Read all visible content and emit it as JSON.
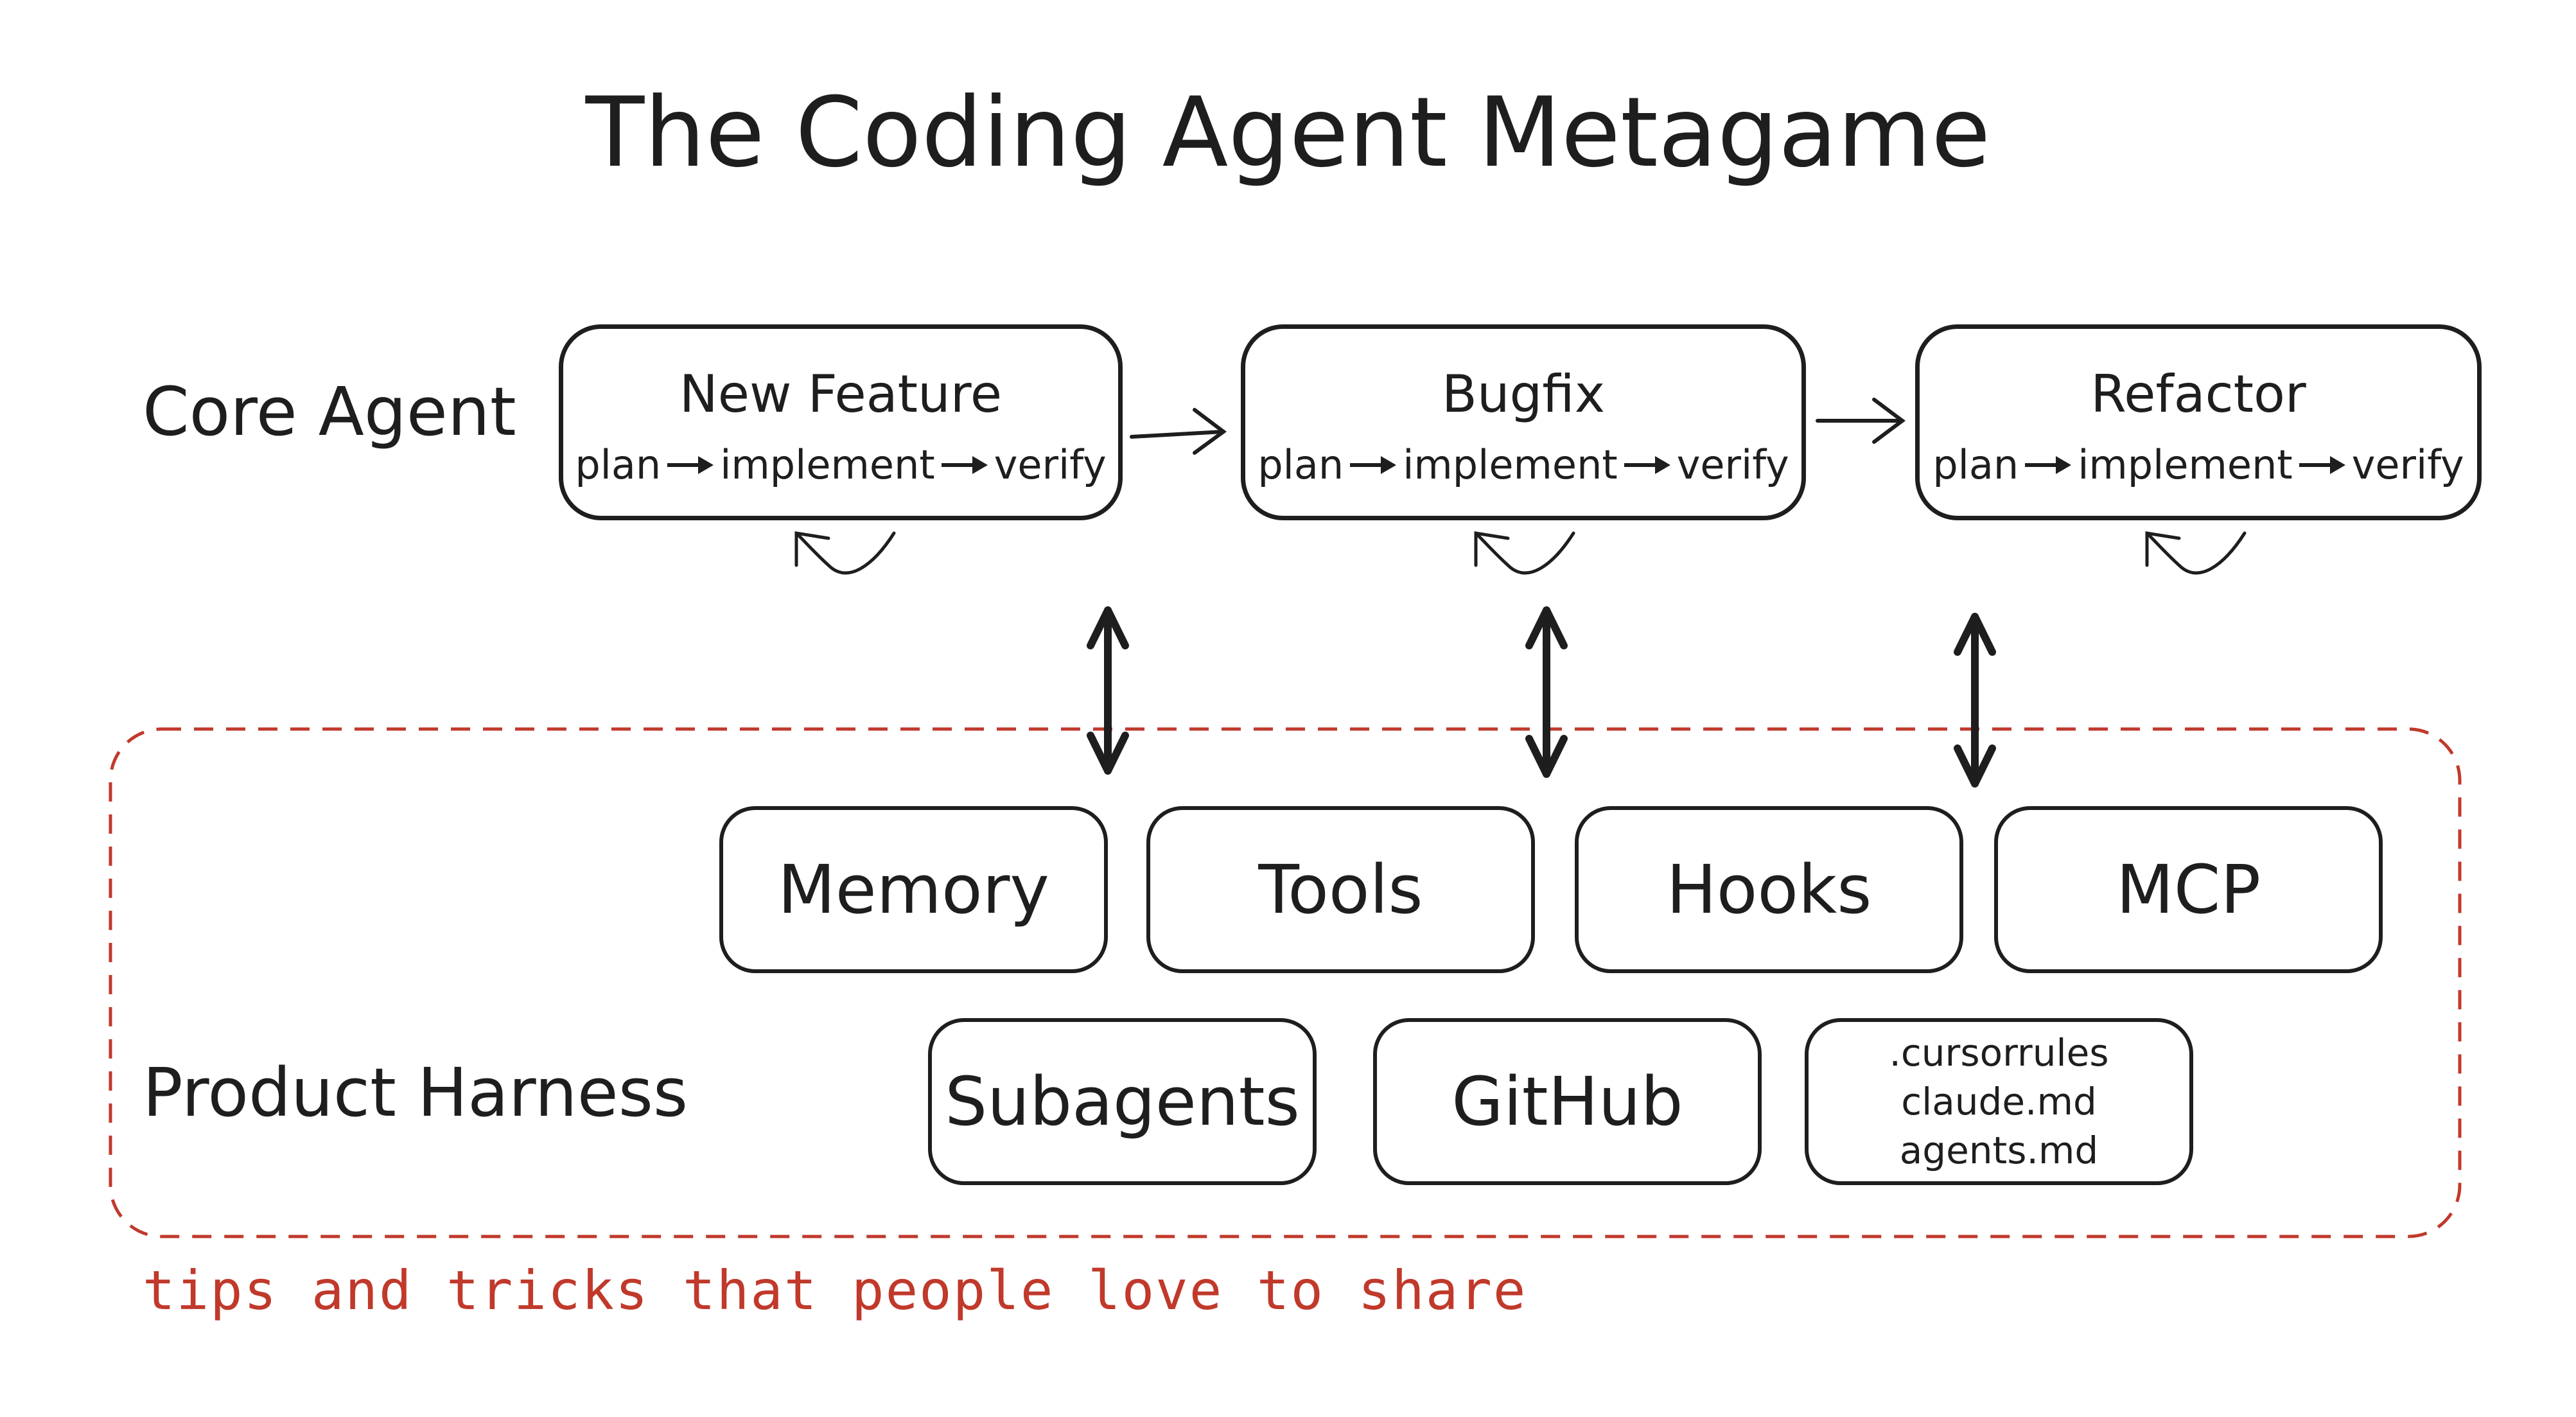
{
  "title": "The Coding Agent Metagame",
  "core_label": "Core Agent",
  "harness_label": "Product Harness",
  "agents": [
    {
      "name": "New Feature",
      "steps": [
        "plan",
        "implement",
        "verify"
      ]
    },
    {
      "name": "Bugfix",
      "steps": [
        "plan",
        "implement",
        "verify"
      ]
    },
    {
      "name": "Refactor",
      "steps": [
        "plan",
        "implement",
        "verify"
      ]
    }
  ],
  "harness_row1": [
    "Memory",
    "Tools",
    "Hooks",
    "MCP"
  ],
  "harness_row2": [
    "Subagents",
    "GitHub"
  ],
  "config_files": [
    ".cursorrules",
    "claude.md",
    "agents.md"
  ],
  "tagline": "tips and tricks that people love to share",
  "colors": {
    "ink": "#1e1e1e",
    "accent_red": "#c0392b"
  }
}
